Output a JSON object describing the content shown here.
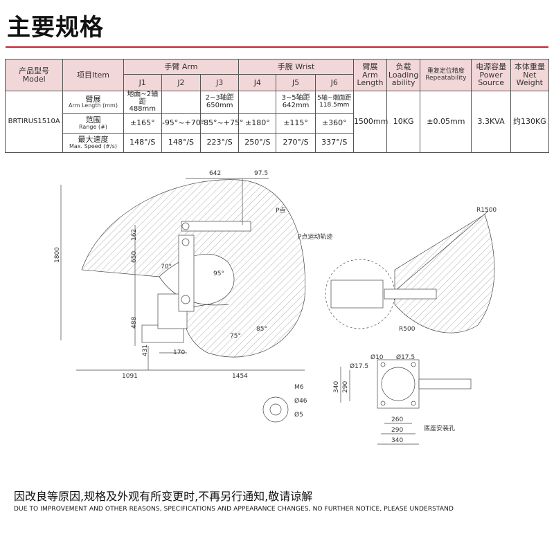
{
  "title": "主要规格",
  "table": {
    "h_model": "产品型号",
    "h_model_en": "Model",
    "h_item": "项目Item",
    "h_arm": "手臂 Arm",
    "h_wrist": "手腕 Wrist",
    "h_j1": "J1",
    "h_j2": "J2",
    "h_j3": "J3",
    "h_j4": "J4",
    "h_j5": "J5",
    "h_j6": "J6",
    "h_armlen_cn": "臂展",
    "h_armlen_en1": "Arm",
    "h_armlen_en2": "Length",
    "h_load_cn": "负载",
    "h_load_en1": "Loading",
    "h_load_en2": "ability",
    "h_rep_cn": "重复定位精度",
    "h_rep_en": "Repeatability",
    "h_power_cn": "电源容量",
    "h_power_en1": "Power",
    "h_power_en2": "Source",
    "h_weight_cn": "本体重量",
    "h_weight_en": "Net Weight",
    "model": "BRTIRUS1510A",
    "row1_cn": "臂展",
    "row1_en": "Arm Length (mm)",
    "row2_cn": "范围",
    "row2_en": "Range (#)",
    "row3_cn": "最大速度",
    "row3_en": "Max. Speed (#/s)",
    "j1_len_a": "地面~2轴距",
    "j1_len_b": "488mm",
    "j3_len_a": "2~3轴距",
    "j3_len_b": "650mm",
    "j5_len_a": "3~5轴距",
    "j5_len_b": "642mm",
    "j6_len_a": "5轴~端面距",
    "j6_len_b": "118.5mm",
    "j1_range": "±165°",
    "j2_range": "-95°~+70°",
    "j3_range": "-85°~+75°",
    "j4_range": "±180°",
    "j5_range": "±115°",
    "j6_range": "±360°",
    "j1_speed": "148°/S",
    "j2_speed": "148°/S",
    "j3_speed": "223°/S",
    "j4_speed": "250°/S",
    "j5_speed": "270°/S",
    "j6_speed": "337°/S",
    "arm_length": "1500mm",
    "loading": "10KG",
    "repeatability": "±0.05mm",
    "power": "3.3KVA",
    "weight": "约130KG"
  },
  "drawing": {
    "d642": "642",
    "d975": "97.5",
    "p_point": "P点",
    "p_track": "P点运动轨迹",
    "d1800": "1800",
    "d162": "162",
    "d650": "650",
    "d488": "488",
    "d431": "431",
    "d170": "170",
    "d1091": "1091",
    "d1454": "1454",
    "a70": "70°",
    "a95": "95°",
    "a75": "75°",
    "a85": "85°",
    "r1500": "R1500",
    "r500": "R500",
    "phi10": "Ø10",
    "phi175a": "Ø17.5",
    "phi175b": "Ø17.5",
    "d340v": "340",
    "d290v": "290",
    "d260": "260",
    "d290": "290",
    "d340": "340",
    "base_holes": "底座安装孔",
    "m6": "M6",
    "phi46": "Ø46",
    "phi5": "Ø5"
  },
  "footer": {
    "cn": "因改良等原因,规格及外观有所变更时,不再另行通知,敬请谅解",
    "en": "DUE TO IMPROVEMENT AND OTHER REASONS, SPECIFICATIONS AND APPEARANCE CHANGES, NO FURTHER NOTICE, PLEASE UNDERSTAND"
  },
  "colors": {
    "accent": "#c8202a",
    "header_bg": "#f2d7d8"
  }
}
